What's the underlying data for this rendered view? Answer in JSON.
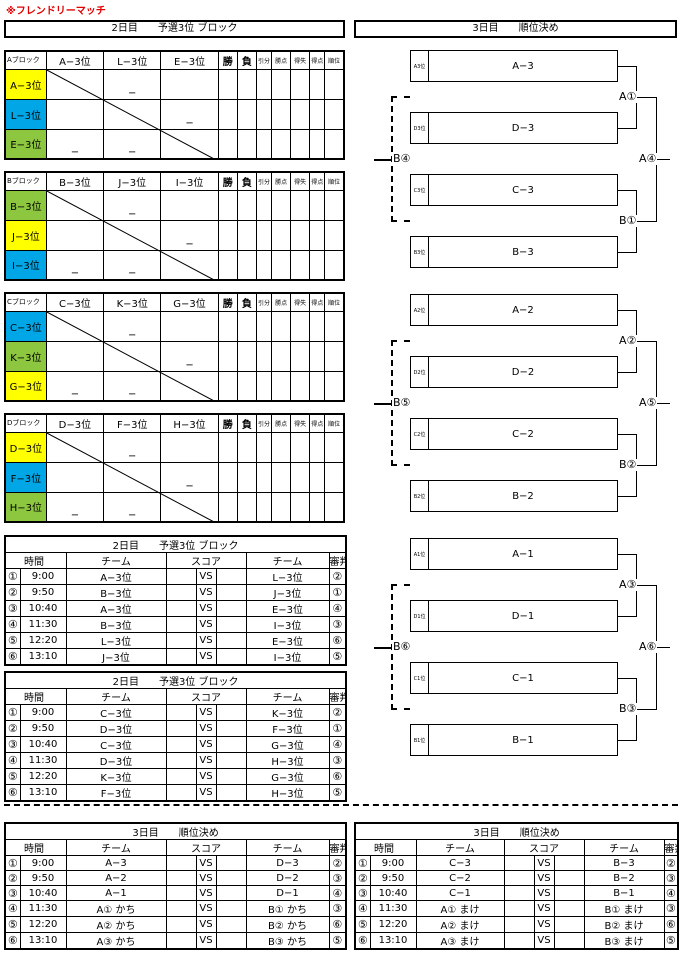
{
  "title": "※フレンドリーマッチ",
  "prelim_header": "2日目　　予選3位 ブロック",
  "final_header": "3日目　　順位決め",
  "blocks": [
    {
      "label": "Aブロック",
      "cols": [
        "A−3位",
        "L−3位",
        "E−3位"
      ],
      "rows": [
        {
          "name": "A−3位",
          "color": "yel",
          "cells": [
            "",
            "−",
            ""
          ]
        },
        {
          "name": "L−3位",
          "color": "blu",
          "cells": [
            "",
            "",
            "−"
          ]
        },
        {
          "name": "E−3位",
          "color": "grn",
          "cells": [
            "−",
            "−",
            ""
          ]
        }
      ]
    },
    {
      "label": "Bブロック",
      "cols": [
        "B−3位",
        "J−3位",
        "I−3位"
      ],
      "rows": [
        {
          "name": "B−3位",
          "color": "grn",
          "cells": [
            "",
            "−",
            ""
          ]
        },
        {
          "name": "J−3位",
          "color": "yel",
          "cells": [
            "",
            "",
            "−"
          ]
        },
        {
          "name": "I−3位",
          "color": "blu",
          "cells": [
            "−",
            "−",
            ""
          ]
        }
      ]
    },
    {
      "label": "Cブロック",
      "cols": [
        "C−3位",
        "K−3位",
        "G−3位"
      ],
      "rows": [
        {
          "name": "C−3位",
          "color": "blu",
          "cells": [
            "",
            "−",
            ""
          ]
        },
        {
          "name": "K−3位",
          "color": "grn",
          "cells": [
            "",
            "",
            "−"
          ]
        },
        {
          "name": "G−3位",
          "color": "yel",
          "cells": [
            "−",
            "−",
            ""
          ]
        }
      ]
    },
    {
      "label": "Dブロック",
      "cols": [
        "D−3位",
        "F−3位",
        "H−3位"
      ],
      "rows": [
        {
          "name": "D−3位",
          "color": "yel",
          "cells": [
            "",
            "−",
            ""
          ]
        },
        {
          "name": "F−3位",
          "color": "blu",
          "cells": [
            "",
            "",
            "−"
          ]
        },
        {
          "name": "H−3位",
          "color": "grn",
          "cells": [
            "−",
            "−",
            ""
          ]
        }
      ]
    }
  ],
  "stat_cols": [
    "勝",
    "負",
    "引分",
    "勝点",
    "得失",
    "得点",
    "順位"
  ],
  "sched_cols": {
    "time": "時間",
    "team": "チーム",
    "score": "スコア",
    "team2": "チーム",
    "ref": "審判"
  },
  "vs": "VS",
  "sched1": {
    "title": "2日目　　予選3位 ブロック",
    "rows": [
      [
        "①",
        "9:00",
        "A−3位",
        "L−3位",
        "②"
      ],
      [
        "②",
        "9:50",
        "B−3位",
        "J−3位",
        "①"
      ],
      [
        "③",
        "10:40",
        "A−3位",
        "E−3位",
        "④"
      ],
      [
        "④",
        "11:30",
        "B−3位",
        "I−3位",
        "③"
      ],
      [
        "⑤",
        "12:20",
        "L−3位",
        "E−3位",
        "⑥"
      ],
      [
        "⑥",
        "13:10",
        "J−3位",
        "I−3位",
        "⑤"
      ]
    ]
  },
  "sched2": {
    "title": "2日目　　予選3位 ブロック",
    "rows": [
      [
        "①",
        "9:00",
        "C−3位",
        "K−3位",
        "②"
      ],
      [
        "②",
        "9:50",
        "D−3位",
        "F−3位",
        "①"
      ],
      [
        "③",
        "10:40",
        "C−3位",
        "G−3位",
        "④"
      ],
      [
        "④",
        "11:30",
        "D−3位",
        "H−3位",
        "③"
      ],
      [
        "⑤",
        "12:20",
        "K−3位",
        "G−3位",
        "⑥"
      ],
      [
        "⑥",
        "13:10",
        "F−3位",
        "H−3位",
        "⑤"
      ]
    ]
  },
  "sched3": {
    "title": "3日目　　順位決め",
    "rows": [
      [
        "①",
        "9:00",
        "A−3",
        "D−3",
        "②"
      ],
      [
        "②",
        "9:50",
        "A−2",
        "D−2",
        "③"
      ],
      [
        "③",
        "10:40",
        "A−1",
        "D−1",
        "④"
      ],
      [
        "④",
        "11:30",
        "A① かち",
        "B① かち",
        "③"
      ],
      [
        "⑤",
        "12:20",
        "A② かち",
        "B② かち",
        "⑥"
      ],
      [
        "⑥",
        "13:10",
        "A③ かち",
        "B③ かち",
        "⑤"
      ]
    ]
  },
  "sched4": {
    "title": "3日目　　順位決め",
    "rows": [
      [
        "①",
        "9:00",
        "C−3",
        "B−3",
        "②"
      ],
      [
        "②",
        "9:50",
        "C−2",
        "B−2",
        "③"
      ],
      [
        "③",
        "10:40",
        "C−1",
        "B−1",
        "④"
      ],
      [
        "④",
        "11:30",
        "A① まけ",
        "B① まけ",
        "③"
      ],
      [
        "⑤",
        "12:20",
        "A② まけ",
        "B② まけ",
        "⑥"
      ],
      [
        "⑥",
        "13:10",
        "A③ まけ",
        "B③ まけ",
        "⑤"
      ]
    ]
  },
  "brackets": [
    {
      "slots": [
        {
          "small": "A3位",
          "name": "A−3"
        },
        {
          "small": "D3位",
          "name": "D−3"
        },
        {
          "small": "C3位",
          "name": "C−3"
        },
        {
          "small": "B3位",
          "name": "B−3"
        }
      ],
      "a": "A①",
      "b": "B①",
      "final": "A④",
      "loser": "B④"
    },
    {
      "slots": [
        {
          "small": "A2位",
          "name": "A−2"
        },
        {
          "small": "D2位",
          "name": "D−2"
        },
        {
          "small": "C2位",
          "name": "C−2"
        },
        {
          "small": "B2位",
          "name": "B−2"
        }
      ],
      "a": "A②",
      "b": "B②",
      "final": "A⑤",
      "loser": "B⑤"
    },
    {
      "slots": [
        {
          "small": "A1位",
          "name": "A−1"
        },
        {
          "small": "D1位",
          "name": "D−1"
        },
        {
          "small": "C1位",
          "name": "C−1"
        },
        {
          "small": "B1位",
          "name": "B−1"
        }
      ],
      "a": "A③",
      "b": "B③",
      "final": "A⑥",
      "loser": "B⑥"
    }
  ]
}
